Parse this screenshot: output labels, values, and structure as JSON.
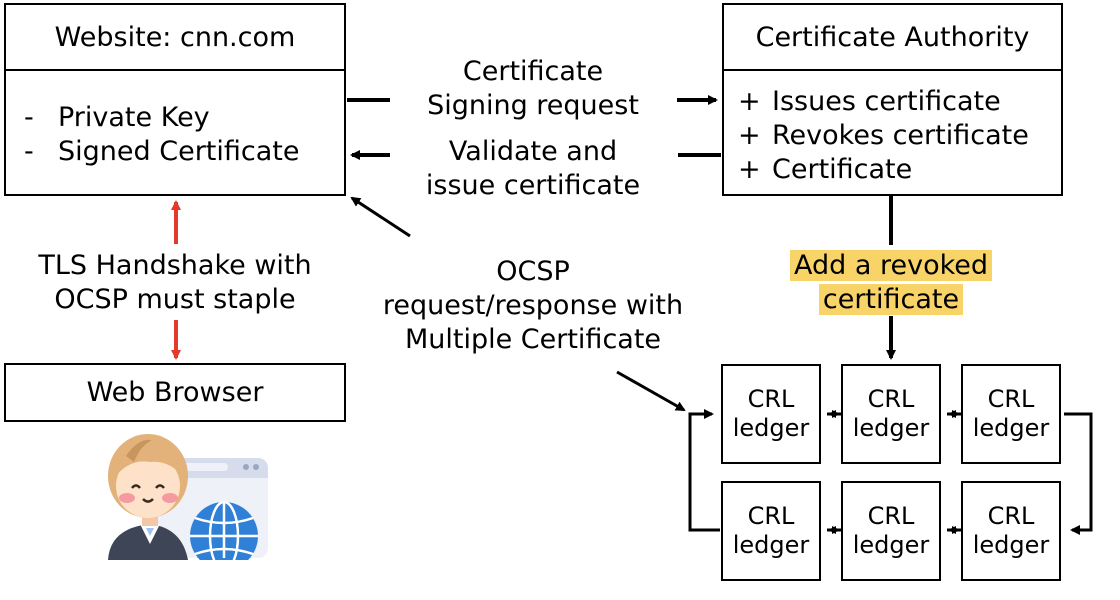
{
  "website": {
    "title": "Website: cnn.com",
    "items": [
      {
        "marker": "-",
        "text": "Private Key"
      },
      {
        "marker": "-",
        "text": "Signed Certificate"
      }
    ]
  },
  "ca": {
    "title": "Certificate Authority",
    "items": [
      {
        "marker": "+",
        "text": "Issues certificate"
      },
      {
        "marker": "+",
        "text": "Revokes certificate"
      },
      {
        "marker": "+",
        "text": "Certificate"
      }
    ]
  },
  "browser": {
    "title": "Web Browser"
  },
  "edges": {
    "csr": [
      "Certificate",
      "Signing request"
    ],
    "validate": [
      "Validate and",
      "issue certificate"
    ],
    "tls": [
      "TLS Handshake with",
      "OCSP must staple"
    ],
    "ocsp": [
      "OCSP",
      "request/response with",
      "Multiple Certificate"
    ],
    "revoke": [
      "Add a revoked",
      "certificate"
    ]
  },
  "ledgers": [
    [
      "CRL",
      "ledger"
    ],
    [
      "CRL",
      "ledger"
    ],
    [
      "CRL",
      "ledger"
    ],
    [
      "CRL",
      "ledger"
    ],
    [
      "CRL",
      "ledger"
    ],
    [
      "CRL",
      "ledger"
    ]
  ],
  "colors": {
    "red_arrow": "#e53a2a",
    "highlight": "#f8d468",
    "avatar_skin": "#fde2c9",
    "globe": "#2f80d6"
  },
  "icons": {
    "browser": "user-with-browser-globe-icon"
  }
}
